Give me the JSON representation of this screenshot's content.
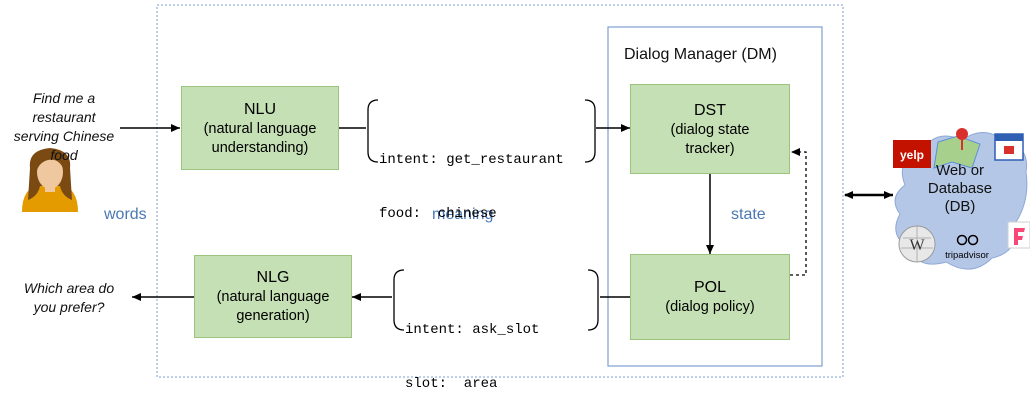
{
  "user_query": [
    "Find me a",
    "restaurant",
    "serving Chinese",
    "food"
  ],
  "system_reply": [
    "Which area do",
    "you prefer?"
  ],
  "labels": {
    "words": "words",
    "meaning": "meaning",
    "state": "state"
  },
  "dm": {
    "title": "Dialog Manager (DM)"
  },
  "nlu": {
    "title": "NLU",
    "line1": "(natural language",
    "line2": "understanding)"
  },
  "nlg": {
    "title": "NLG",
    "line1": "(natural language",
    "line2": "generation)"
  },
  "dst": {
    "title": "DST",
    "line1": "(dialog state",
    "line2": "tracker)"
  },
  "pol": {
    "title": "POL",
    "line1": "(dialog policy)"
  },
  "frame_in": {
    "line1": "intent: get_restaurant",
    "line2": "food:  chinese"
  },
  "frame_out": {
    "line1": "intent: ask_slot",
    "line2": "slot:  area"
  },
  "db": {
    "line1": "Web or",
    "line2": "Database",
    "line3": "(DB)"
  },
  "db_icons": {
    "yelp": "yelp",
    "tripadvisor": "tripadvisor"
  },
  "colors": {
    "box_fill": "#c5e0b4",
    "accent_text": "#4a78b4",
    "container_border": "#7f9fcf",
    "cloud": "#b4c7e7"
  }
}
